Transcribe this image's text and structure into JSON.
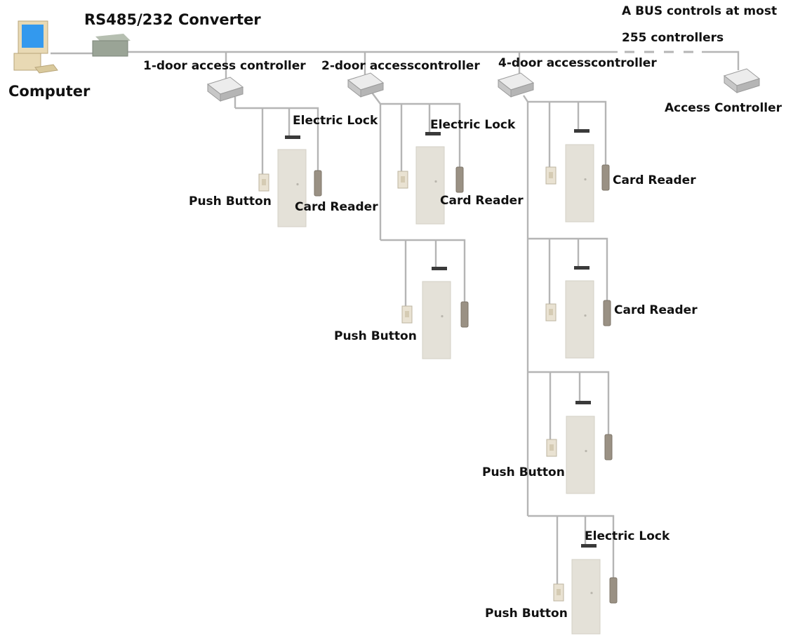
{
  "labels": {
    "computer": "Computer",
    "converter": "RS485/232 Converter",
    "bus_note_line1": "A BUS controls at most",
    "bus_note_line2": "255 controllers",
    "controller_1door": "1-door access controller",
    "controller_2door": "2-door accesscontroller",
    "controller_4door": "4-door accesscontroller",
    "access_controller": "Access Controller",
    "electric_lock": "Electric Lock",
    "push_button": "Push Button",
    "card_reader": "Card Reader"
  },
  "colors": {
    "wire": "#b5b5b5",
    "door": "#e4e1d8",
    "device": "#d4d4d4",
    "converter": "#9aa496",
    "reader": "#9a9184",
    "monitor_screen": "#3399ee",
    "monitor_body": "#e8d9b4",
    "lock": "#3a3a3a",
    "text": "#111111"
  },
  "icons": {
    "computer": "computer-icon",
    "converter": "converter-box-icon",
    "controller": "controller-box-icon",
    "door": "door-icon",
    "electric_lock": "electric-lock-icon",
    "push_button": "push-button-icon",
    "card_reader": "card-reader-icon"
  }
}
